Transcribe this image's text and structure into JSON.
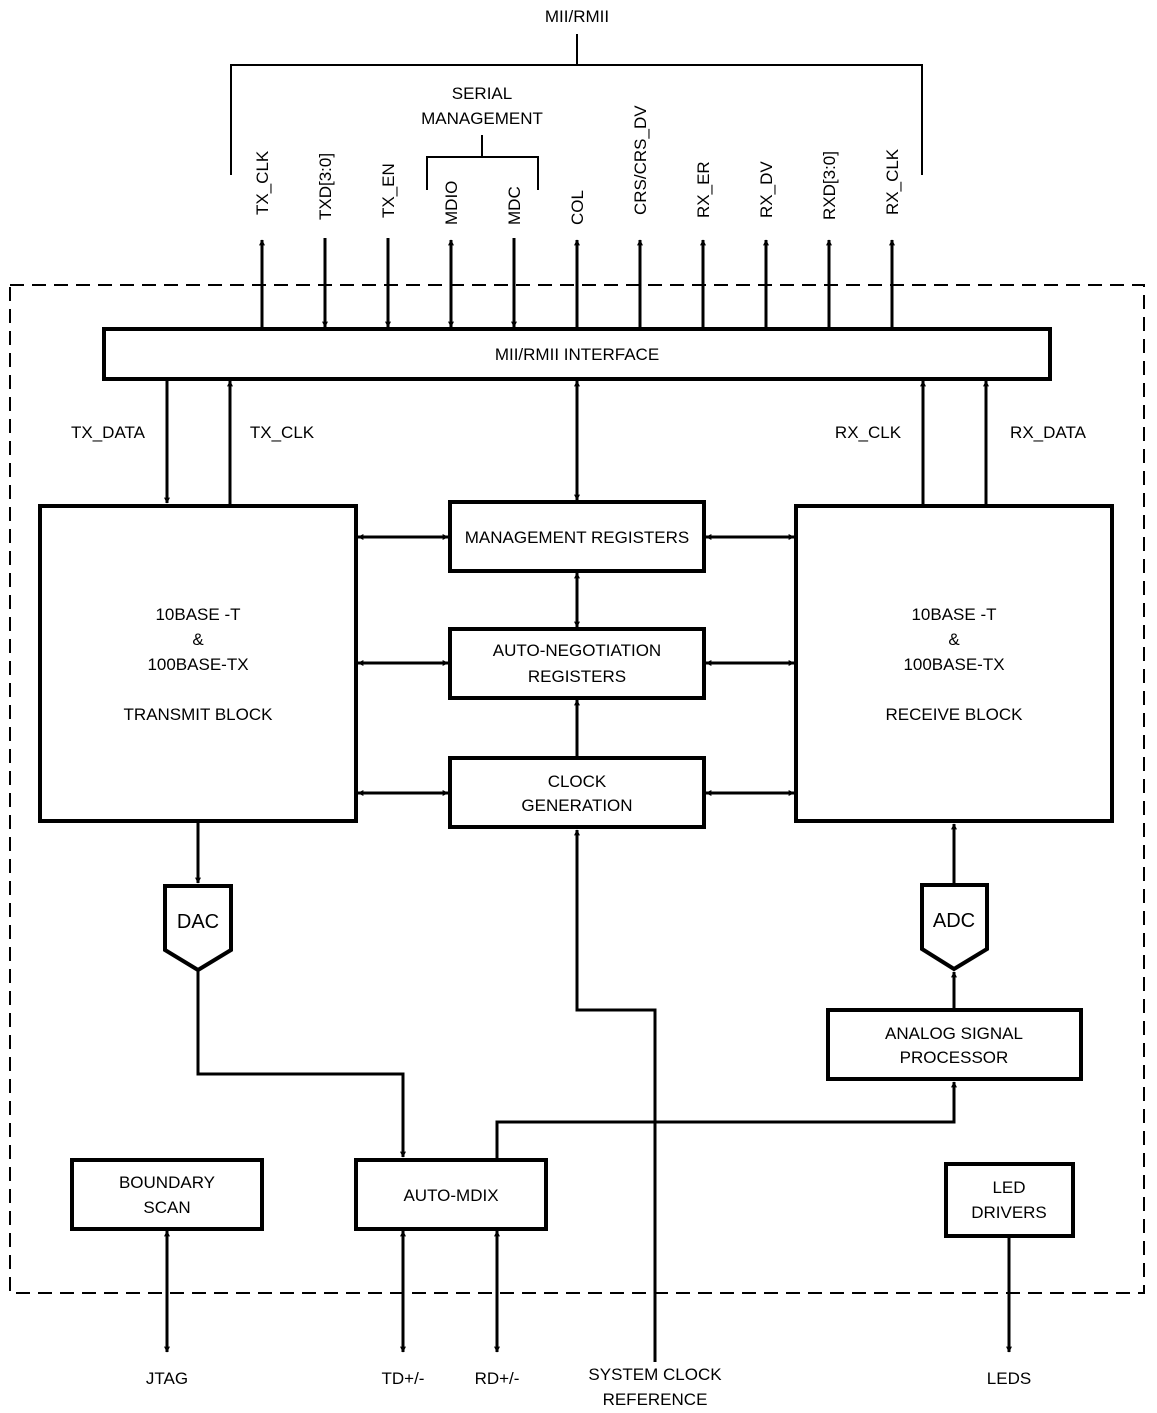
{
  "top": {
    "mii_rmii": "MII/RMII",
    "serial_line1": "SERIAL",
    "serial_line2": "MANAGEMENT"
  },
  "pins": {
    "tx_clk": "TX_CLK",
    "txd": "TXD[3:0]",
    "tx_en": "TX_EN",
    "mdio": "MDIO",
    "mdc": "MDC",
    "col": "COL",
    "crs": "CRS/CRS_DV",
    "rx_er": "RX_ER",
    "rx_dv": "RX_DV",
    "rxd": "RXD[3:0]",
    "rx_clk": "RX_CLK"
  },
  "blocks": {
    "interface": "MII/RMII INTERFACE",
    "mgmt": "MANAGEMENT REGISTERS",
    "autoneg_1": "AUTO-NEGOTIATION",
    "autoneg_2": "REGISTERS",
    "clock_1": "CLOCK",
    "clock_2": "GENERATION",
    "tx_1": "10BASE -T",
    "tx_2": "&",
    "tx_3": "100BASE-TX",
    "tx_4": "TRANSMIT BLOCK",
    "rx_1": "10BASE -T",
    "rx_2": "&",
    "rx_3": "100BASE-TX",
    "rx_4": "RECEIVE BLOCK",
    "dac": "DAC",
    "adc": "ADC",
    "asp_1": "ANALOG SIGNAL",
    "asp_2": "PROCESSOR",
    "bscan_1": "BOUNDARY",
    "bscan_2": "SCAN",
    "mdix": "AUTO-MDIX",
    "led_1": "LED",
    "led_2": "DRIVERS"
  },
  "signals": {
    "tx_data": "TX_DATA",
    "tx_clk": "TX_CLK",
    "rx_clk": "RX_CLK",
    "rx_data": "RX_DATA"
  },
  "bottom": {
    "jtag": "JTAG",
    "td": "TD+/-",
    "rd": "RD+/-",
    "sysclk_1": "SYSTEM CLOCK",
    "sysclk_2": "REFERENCE",
    "leds": "LEDS"
  }
}
